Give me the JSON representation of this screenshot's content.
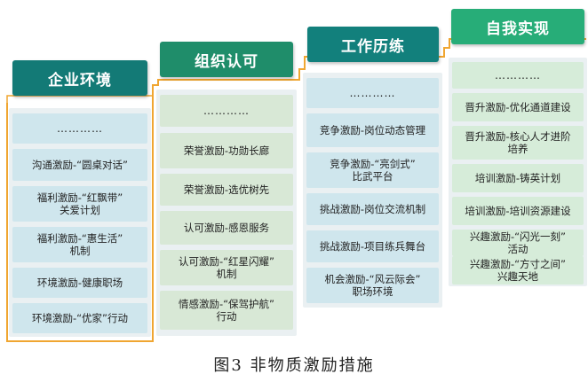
{
  "figure": {
    "caption": "图3    非物质激励措施",
    "colors": {
      "stair_line": "#f0a631",
      "panel_bg": "#eaf0f2"
    },
    "columns": [
      {
        "header": "企业环境",
        "items": [
          "…………",
          "沟通激励-“圆桌对话”",
          "福利激励-“红飘带”\n关爱计划",
          "福利激励-“惠生活”\n机制",
          "环境激励-健康职场",
          "环境激励-“优家”行动"
        ]
      },
      {
        "header": "组织认可",
        "items": [
          "…………",
          "荣誉激励-功勋长廊",
          "荣誉激励-选优树先",
          "认可激励-感恩服务",
          "认可激励-“红星闪耀”\n机制",
          "情感激励-“保驾护航”\n行动"
        ]
      },
      {
        "header": "工作历练",
        "items": [
          "…………",
          "竞争激励-岗位动态管理",
          "竞争激励-“亮剑式”\n比武平台",
          "挑战激励-岗位交流机制",
          "挑战激励-项目练兵舞台",
          "机会激励-“风云际会”\n职场环境"
        ]
      },
      {
        "header": "自我实现",
        "items": [
          "…………",
          "晋升激励-优化通道建设",
          "晋升激励-核心人才进阶\n培养",
          "培训激励-铸英计划",
          "培训激励-培训资源建设",
          "兴趣激励-“闪光一刻”\n活动",
          "兴趣激励-“方寸之间”\n兴趣天地"
        ]
      }
    ]
  }
}
